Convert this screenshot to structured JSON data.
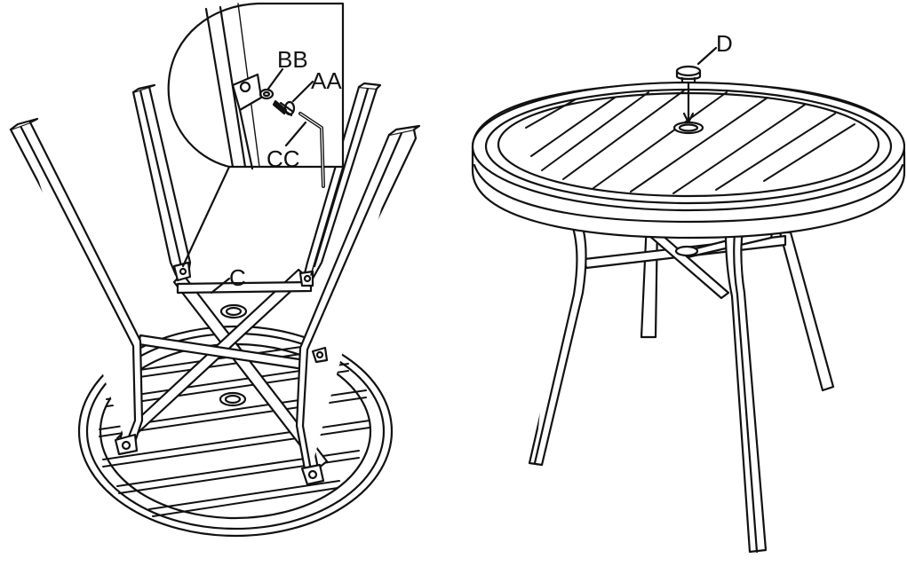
{
  "labels": {
    "crossbar": "C",
    "screw": "AA",
    "washer": "BB",
    "hex_key": "CC",
    "umbrella_plug": "D"
  },
  "colors": {
    "ink": "#111111",
    "paper": "#ffffff"
  }
}
